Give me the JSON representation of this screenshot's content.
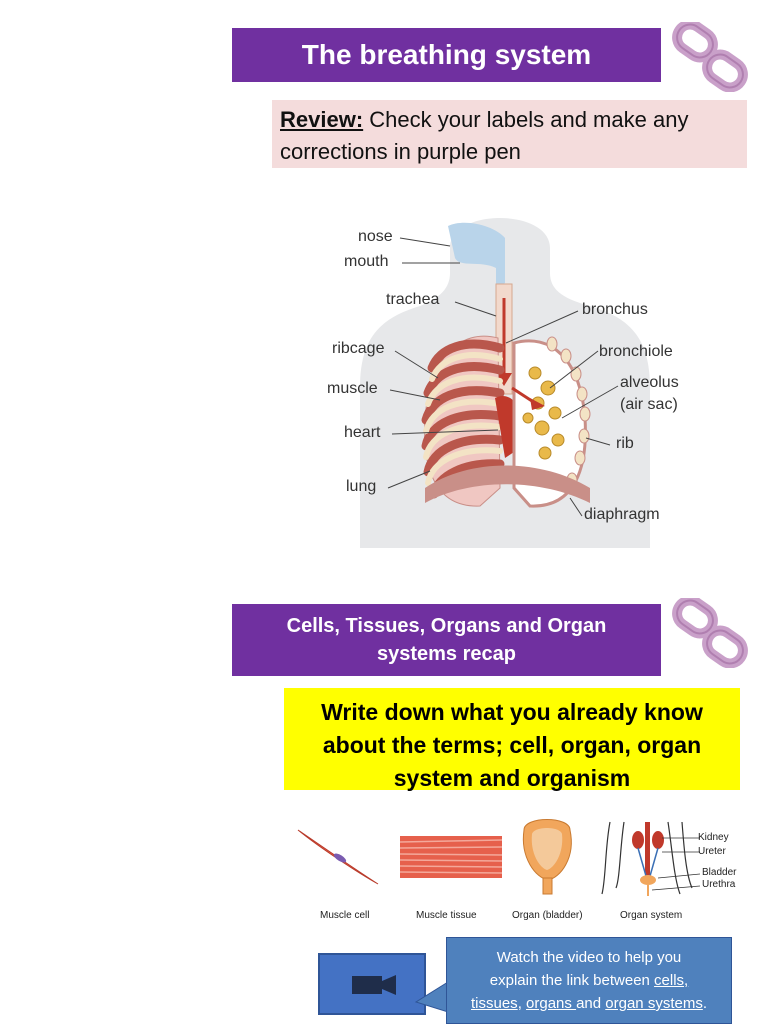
{
  "header1": {
    "title": "The breathing system"
  },
  "review": {
    "label": "Review:",
    "text": " Check your labels and make any corrections in purple pen"
  },
  "diagram": {
    "labels": {
      "nose": "nose",
      "mouth": "mouth",
      "trachea": "trachea",
      "ribcage": "ribcage",
      "muscle": "muscle",
      "heart": "heart",
      "lung": "lung",
      "bronchus": "bronchus",
      "bronchiole": "bronchiole",
      "alveolus": "alveolus",
      "air_sac": "(air sac)",
      "rib": "rib",
      "diaphragm": "diaphragm"
    }
  },
  "header2": {
    "title": "Cells, Tissues, Organs and Organ systems recap"
  },
  "task": {
    "text": "Write down what you already know about the terms; cell, organ, organ system and organism"
  },
  "levels": {
    "captions": [
      "Muscle cell",
      "Muscle tissue",
      "Organ (bladder)",
      "Organ system"
    ],
    "system_labels": [
      "Kidney",
      "Ureter",
      "Bladder",
      "Urethra"
    ]
  },
  "callout": {
    "line1": "Watch the video to help you",
    "line2": "explain the link between",
    "cells": "cells,",
    "tissues": "tissues",
    "organs": "organs ",
    "and": "and",
    "organ_systems": "organ systems",
    "end": "."
  },
  "colors": {
    "banner": "#7030a0",
    "review_bg": "#f4dcdc",
    "highlight": "#ffff00",
    "callout": "#4f81bd",
    "link_icon": "#c9a0c9"
  }
}
